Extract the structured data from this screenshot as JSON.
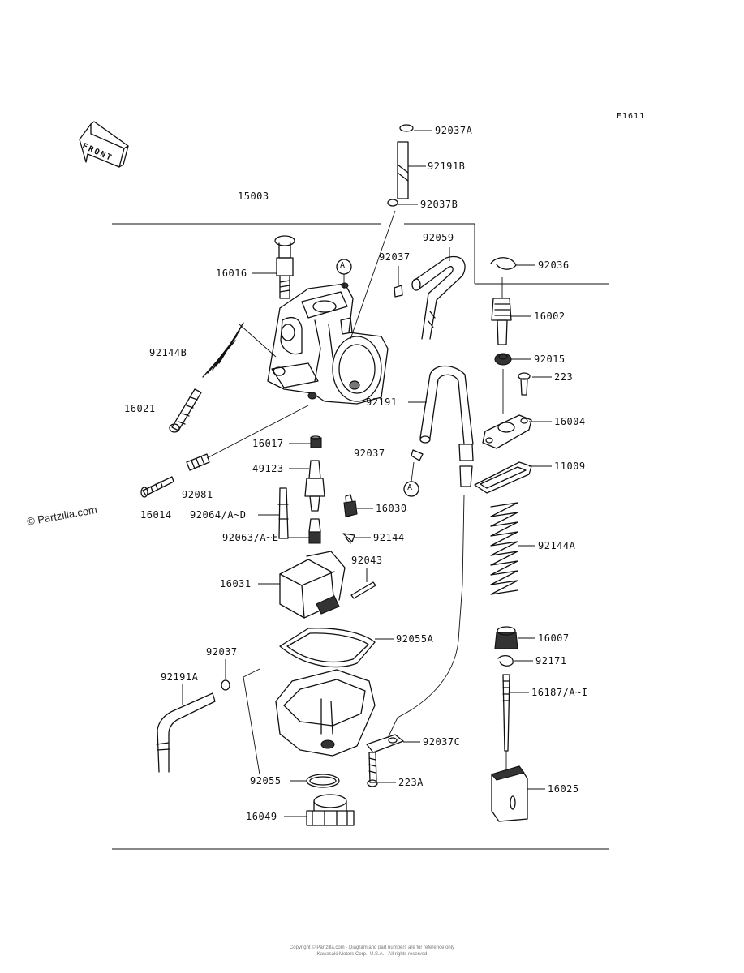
{
  "diagram_code": "E1611",
  "watermark": "© Partzilla.com",
  "front_badge": "FRONT",
  "callout_marker": "A",
  "footer_lines": [
    "Copyright © Partzilla.com · Diagram and part numbers are for reference only",
    "Kawasaki Motors Corp., U.S.A. · All rights reserved"
  ],
  "parts": [
    {
      "id": "92037A",
      "label": "92037A"
    },
    {
      "id": "92191B",
      "label": "92191B"
    },
    {
      "id": "15003",
      "label": "15003"
    },
    {
      "id": "92037B",
      "label": "92037B"
    },
    {
      "id": "92059",
      "label": "92059"
    },
    {
      "id": "92037-top",
      "label": "92037"
    },
    {
      "id": "16016",
      "label": "16016"
    },
    {
      "id": "92036",
      "label": "92036"
    },
    {
      "id": "16002",
      "label": "16002"
    },
    {
      "id": "92144B",
      "label": "92144B"
    },
    {
      "id": "92015",
      "label": "92015"
    },
    {
      "id": "223",
      "label": "223"
    },
    {
      "id": "92191",
      "label": "92191"
    },
    {
      "id": "16021",
      "label": "16021"
    },
    {
      "id": "16004",
      "label": "16004"
    },
    {
      "id": "16017",
      "label": "16017"
    },
    {
      "id": "92037-mid",
      "label": "92037"
    },
    {
      "id": "11009",
      "label": "11009"
    },
    {
      "id": "49123",
      "label": "49123"
    },
    {
      "id": "92081",
      "label": "92081"
    },
    {
      "id": "16014",
      "label": "16014"
    },
    {
      "id": "92064",
      "label": "92064/A~D"
    },
    {
      "id": "16030",
      "label": "16030"
    },
    {
      "id": "92063",
      "label": "92063/A~E"
    },
    {
      "id": "92144",
      "label": "92144"
    },
    {
      "id": "92144A",
      "label": "92144A"
    },
    {
      "id": "92043",
      "label": "92043"
    },
    {
      "id": "16031",
      "label": "16031"
    },
    {
      "id": "92055A",
      "label": "92055A"
    },
    {
      "id": "16007",
      "label": "16007"
    },
    {
      "id": "92037-low",
      "label": "92037"
    },
    {
      "id": "92171",
      "label": "92171"
    },
    {
      "id": "92191A",
      "label": "92191A"
    },
    {
      "id": "16187",
      "label": "16187/A~I"
    },
    {
      "id": "92037C",
      "label": "92037C"
    },
    {
      "id": "223A",
      "label": "223A"
    },
    {
      "id": "92055",
      "label": "92055"
    },
    {
      "id": "16025",
      "label": "16025"
    },
    {
      "id": "16049",
      "label": "16049"
    }
  ]
}
